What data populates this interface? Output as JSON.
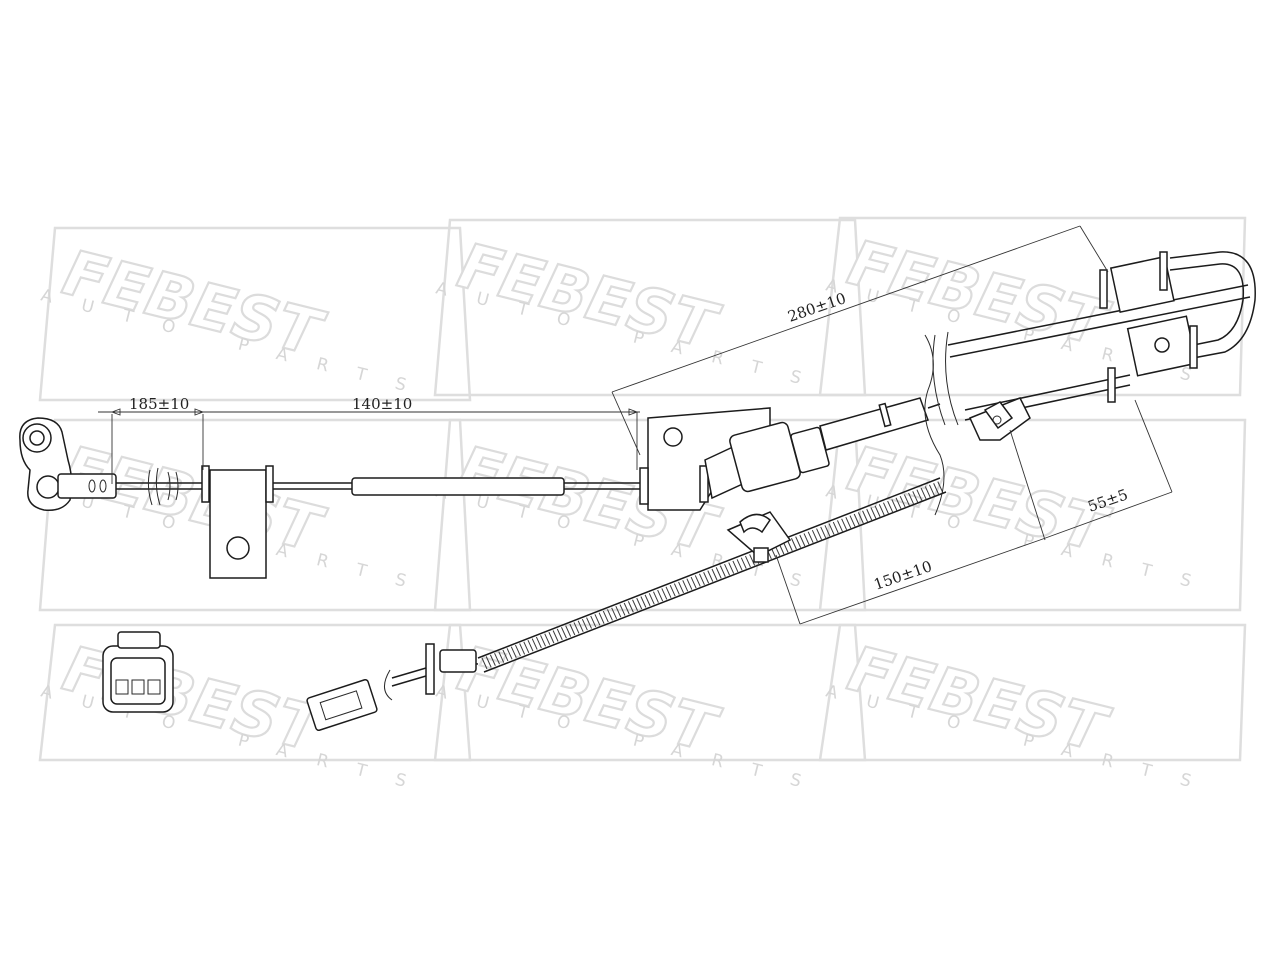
{
  "brand": {
    "name": "FEBEST",
    "tagline": "AUTO PARTS"
  },
  "dimensions": {
    "d1": "185±10",
    "d2": "140±10",
    "d3": "280±10",
    "d4": "55±5",
    "d5": "150±10"
  },
  "colors": {
    "line": "#1c1c1c",
    "watermark": "#dcdcdc",
    "background": "#ffffff"
  },
  "icons": [
    "sensor-head",
    "mounting-bracket",
    "grommet",
    "connector-plug",
    "wire-clip",
    "cable-loop"
  ]
}
